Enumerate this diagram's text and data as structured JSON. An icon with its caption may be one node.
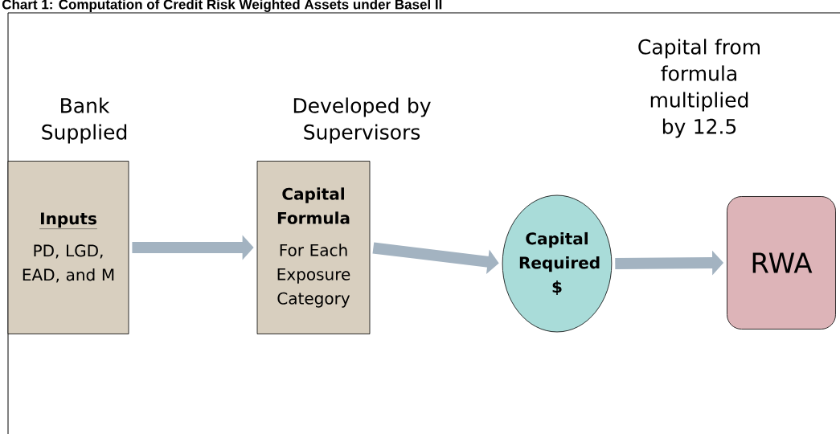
{
  "diagram": {
    "title": "Chart 1: Computation of Credit Risk Weighted Assets under Basel II",
    "nodes": [
      {
        "text": [
          "Inputs",
          "PD, LGD, EAD, and M"
        ],
        "beside": [
          "Bank Supplied"
        ]
      },
      {
        "text": [
          "Capital Formula",
          "For Each Exposure Category"
        ],
        "beside": [
          "Developed by Supervisors"
        ]
      },
      {
        "text": [
          "Capital Required $"
        ],
        "beside": [
          "Capital from formula multiplied by 12.5"
        ]
      },
      {
        "text": [
          "RWA"
        ]
      }
    ],
    "edges": [
      {
        "from": 0,
        "to": 1,
        "arrow": "to"
      },
      {
        "from": 1,
        "to": 2,
        "arrow": "to"
      },
      {
        "from": 2,
        "to": 3,
        "arrow": "to"
      }
    ]
  }
}
